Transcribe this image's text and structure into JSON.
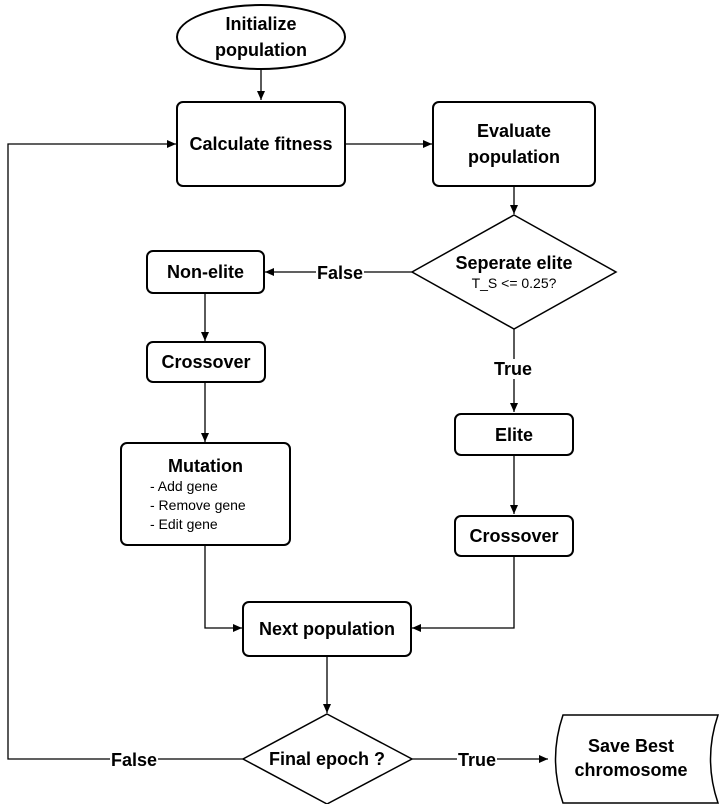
{
  "nodes": {
    "initialize": "Initialize population",
    "calculate_fitness": "Calculate fitness",
    "evaluate": "Evaluate population",
    "separate_title": "Seperate elite",
    "separate_cond": "T_S <= 0.25?",
    "non_elite": "Non-elite",
    "crossover_left": "Crossover",
    "mutation_title": "Mutation",
    "mutation_items": [
      "- Add gene",
      "- Remove gene",
      "- Edit gene"
    ],
    "elite": "Elite",
    "crossover_right": "Crossover",
    "next_population": "Next population",
    "final_epoch": "Final epoch ?",
    "save_best": "Save Best chromosome"
  },
  "edge_labels": {
    "false_separate": "False",
    "true_separate": "True",
    "false_final": "False",
    "true_final": "True"
  }
}
